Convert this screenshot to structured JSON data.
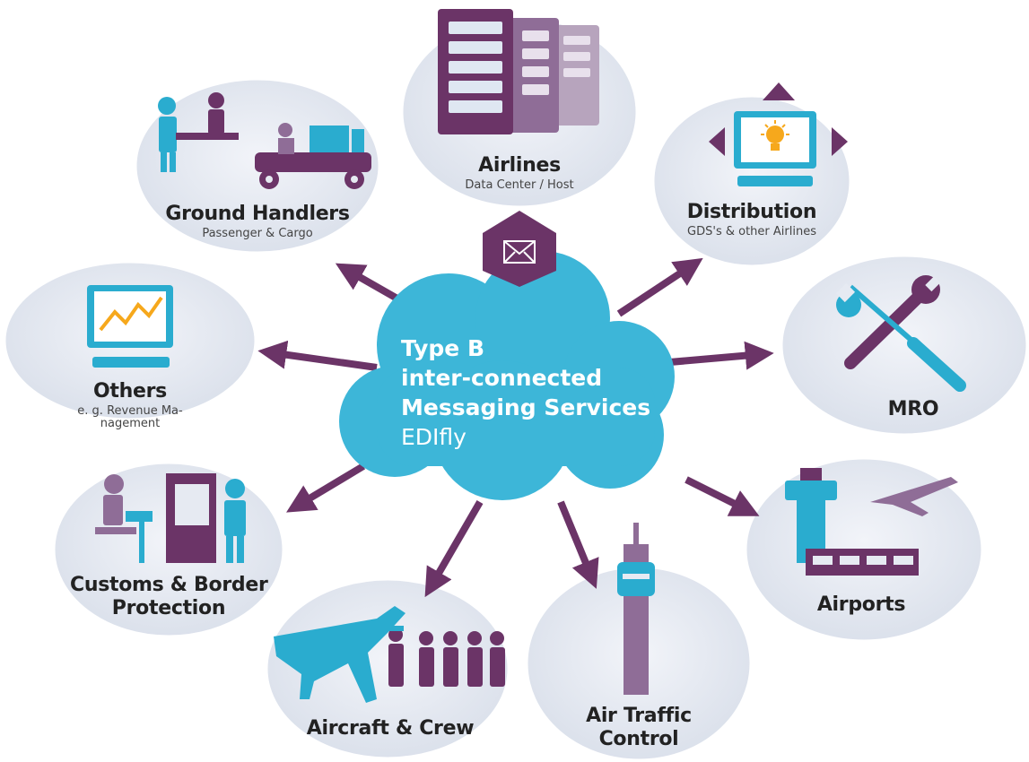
{
  "colors": {
    "purple": "#6b3467",
    "purple_light": "#8f6d97",
    "cyan": "#2aaccf",
    "cloud": "#3db6d8",
    "ellipse": "#e6eaf2",
    "dark": "#222222"
  },
  "cloud": {
    "line1": "Type B",
    "line2": "inter-connected",
    "line3": "Messaging Services",
    "line4": "EDIfly"
  },
  "nodes": {
    "airlines": {
      "title": "Airlines",
      "subtitle": "Data Center / Host",
      "icon": "server-rack-icon"
    },
    "distribution": {
      "title": "Distribution",
      "subtitle": "GDS's & other Airlines",
      "icon": "monitor-lightbulb-icon"
    },
    "mro": {
      "title": "MRO",
      "icon": "wrench-screwdriver-icon"
    },
    "airports": {
      "title": "Airports",
      "icon": "control-tower-airplane-icon"
    },
    "air_traffic": {
      "title_line1": "Air Traffic",
      "title_line2": "Control",
      "icon": "control-tower-icon"
    },
    "aircraft_crew": {
      "title": "Aircraft & Crew",
      "icon": "airplane-crew-icon"
    },
    "customs": {
      "title_line1": "Customs & Border",
      "title_line2": "Protection",
      "icon": "customs-officer-icon"
    },
    "others": {
      "title": "Others",
      "subtitle_line1": "e. g. Revenue Ma-",
      "subtitle_line2": "nagement",
      "icon": "monitor-chart-icon"
    },
    "ground": {
      "title": "Ground Handlers",
      "subtitle": "Passenger & Cargo",
      "icon": "ground-staff-icon"
    }
  },
  "center_icon": "envelope-icon"
}
